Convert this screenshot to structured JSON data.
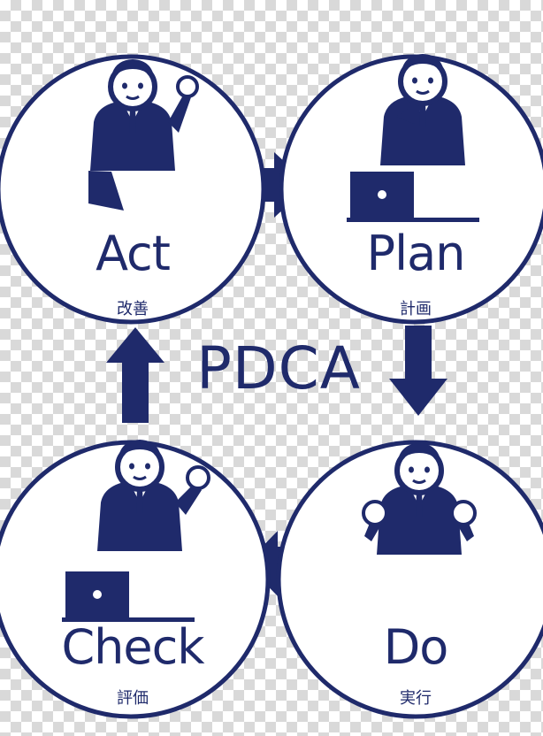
{
  "colors": {
    "navy": "#1f2a6b",
    "white": "#ffffff"
  },
  "center_label": "PDCA",
  "nodes": {
    "act": {
      "en": "Act",
      "jp": "改善",
      "icon": "person-ok-sign-icon"
    },
    "plan": {
      "en": "Plan",
      "jp": "計画",
      "icon": "person-thinking-laptop-icon"
    },
    "do": {
      "en": "Do",
      "jp": "実行",
      "icon": "person-fists-icon"
    },
    "check": {
      "en": "Check",
      "jp": "評価",
      "icon": "person-laptop-ok-icon"
    }
  }
}
